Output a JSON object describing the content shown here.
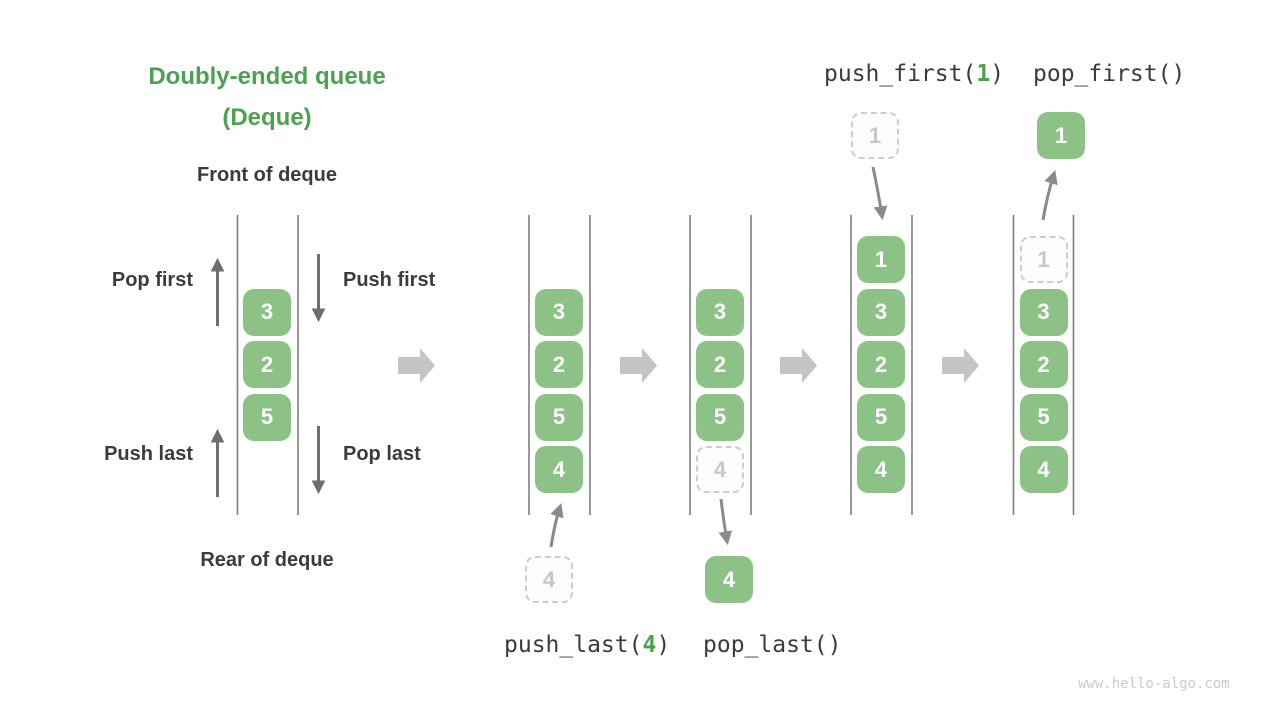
{
  "title": {
    "line1": "Doubly-ended queue",
    "line2": "(Deque)"
  },
  "labels": {
    "front_of_deque": "Front of deque",
    "rear_of_deque": "Rear of deque",
    "pop_first": "Pop first",
    "push_first": "Push first",
    "push_last": "Push last",
    "pop_last": "Pop last"
  },
  "operations": {
    "push_first": {
      "prefix": "push_first(",
      "arg": "1",
      "suffix": ")"
    },
    "pop_first": "pop_first()",
    "push_last": {
      "prefix": "push_last(",
      "arg": "4",
      "suffix": ")"
    },
    "pop_last": "pop_last()"
  },
  "states": [
    {
      "queue": [
        "3",
        "2",
        "5"
      ]
    },
    {
      "queue": [
        "3",
        "2",
        "5",
        "4"
      ],
      "incoming": "4"
    },
    {
      "queue": [
        "3",
        "2",
        "5"
      ],
      "ghost": "4",
      "outgoing": "4"
    },
    {
      "queue": [
        "1",
        "3",
        "2",
        "5",
        "4"
      ],
      "incoming": "1"
    },
    {
      "queue": [
        "3",
        "2",
        "5",
        "4"
      ],
      "ghost": "1",
      "outgoing": "1"
    }
  ],
  "icons": {
    "state_transition": "right-block-arrow",
    "pop_first_direction": "up-arrow",
    "push_first_direction": "down-arrow",
    "push_last_direction": "up-arrow",
    "pop_last_direction": "down-arrow"
  },
  "colors": {
    "title_green": "#4ca24f",
    "box_green": "#8dc286",
    "code_arg_green": "#4ca24c",
    "text_dark": "#3b3b3b",
    "side_arrow_gray": "#6e6e6e",
    "transfer_arrow_gray": "#8a8a8a",
    "transition_arrow_gray": "#c4c4c4",
    "wall_gray": "#7f7f7f",
    "ghost_border": "#cdcdcd",
    "ghost_text": "#c6c6c6",
    "watermark_gray": "#cbcbcb"
  },
  "watermark": "www.hello-algo.com"
}
